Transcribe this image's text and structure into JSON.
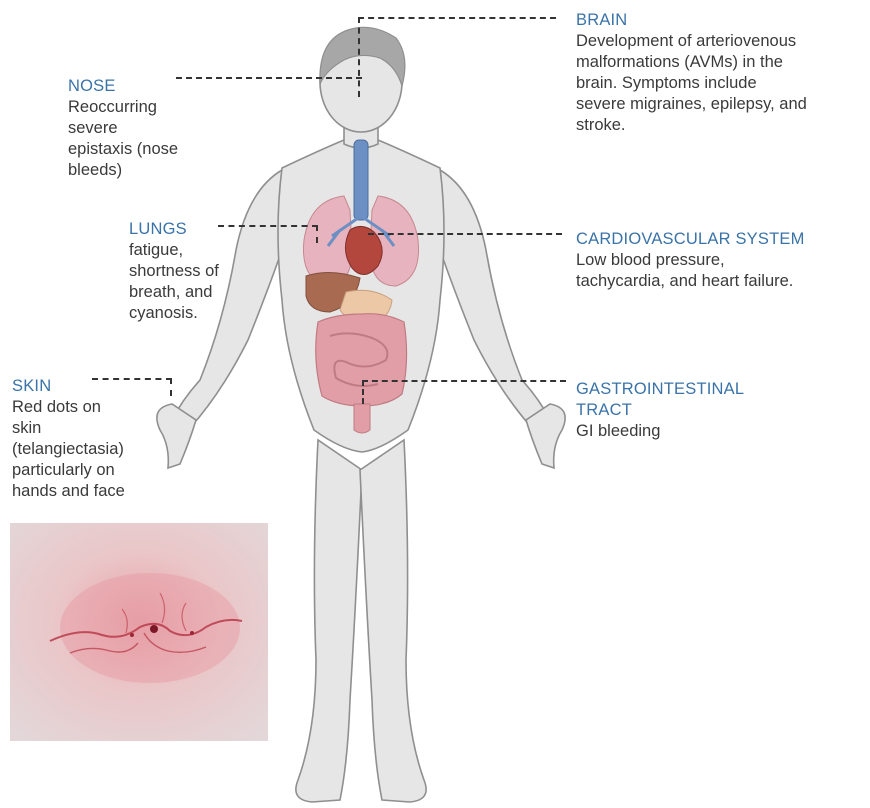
{
  "callouts": {
    "brain": {
      "title": "BRAIN",
      "desc": "Development of arteriovenous\nmalformations (AVMs) in the\nbrain. Symptoms include\nsevere migraines, epilepsy, and\nstroke."
    },
    "nose": {
      "title": "NOSE",
      "desc": "Reoccurring\nsevere\nepistaxis (nose\nbleeds)"
    },
    "lungs": {
      "title": "LUNGS",
      "desc": "fatigue,\nshortness of\nbreath, and\ncyanosis."
    },
    "cardio": {
      "title": "CARDIOVASCULAR SYSTEM",
      "desc": "Low blood pressure,\ntachycardia, and heart failure."
    },
    "skin": {
      "title": "SKIN",
      "desc": "Red dots on\nskin\n(telangiectasia)\nparticularly on\nhands and face"
    },
    "gi": {
      "title": "GASTROINTESTINAL\nTRACT",
      "desc": "GI bleeding"
    }
  },
  "colors": {
    "title_blue": "#3a73a8",
    "body_gray": "#e6e6e6",
    "body_outline": "#8f8f8f",
    "hair": "#a7a7a7",
    "lung": "#e7b3bf",
    "heart": "#b3473e",
    "liver": "#a86b52",
    "intestine": "#e29ea6",
    "trachea": "#6c8fc4"
  },
  "icons": [
    "human-body-illustration",
    "skin-telangiectasia-photo"
  ]
}
